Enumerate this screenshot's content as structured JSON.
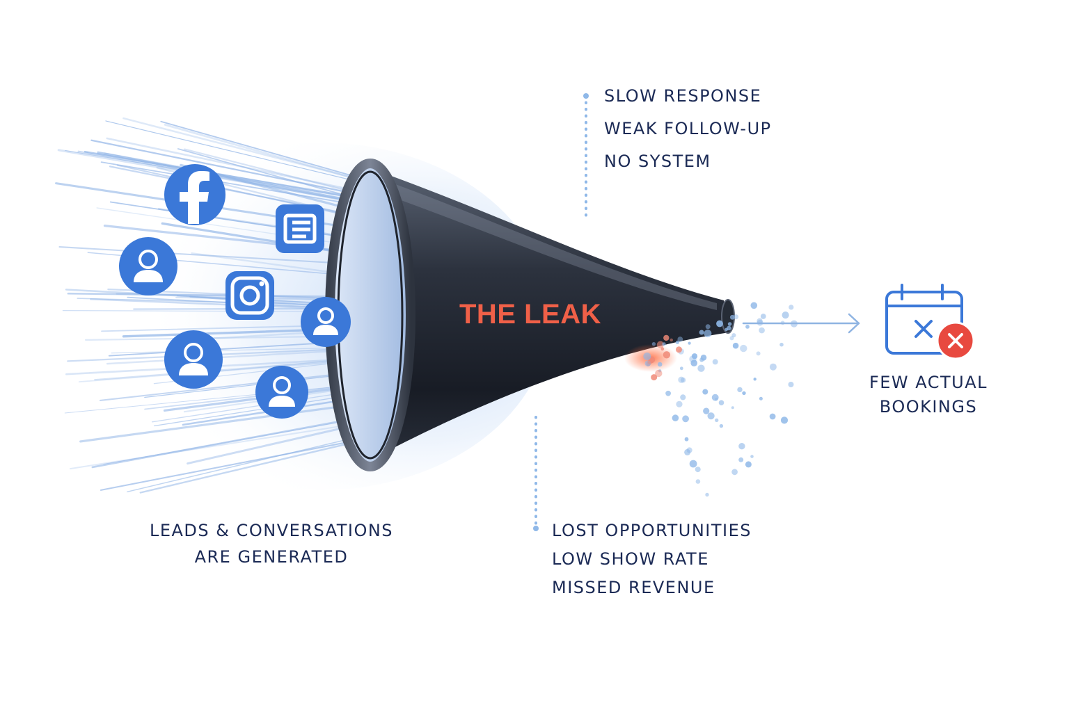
{
  "diagram": {
    "center_label": "THE LEAK",
    "sources_caption": {
      "line1": "LEADS & CONVERSATIONS",
      "line2": "ARE GENERATED"
    },
    "causes": [
      "SLOW RESPONSE",
      "WEAK FOLLOW-UP",
      "NO SYSTEM"
    ],
    "losses": [
      "LOST OPPORTUNITIES",
      "LOW SHOW RATE",
      "MISSED REVENUE"
    ],
    "outcome": {
      "line1": "FEW ACTUAL",
      "line2": "BOOKINGS"
    },
    "source_icons": [
      "facebook-icon",
      "form-icon",
      "user-icon",
      "instagram-icon",
      "user-icon",
      "user-icon",
      "user-icon"
    ],
    "outcome_icon": "calendar-cancel-icon"
  },
  "colors": {
    "text": "#1b2a55",
    "accent_blue": "#3b78d8",
    "leak_red": "#f06048",
    "funnel_dark": "#1e2430",
    "dotted_line": "#8fb8e8",
    "cancel_red": "#e8493f"
  }
}
